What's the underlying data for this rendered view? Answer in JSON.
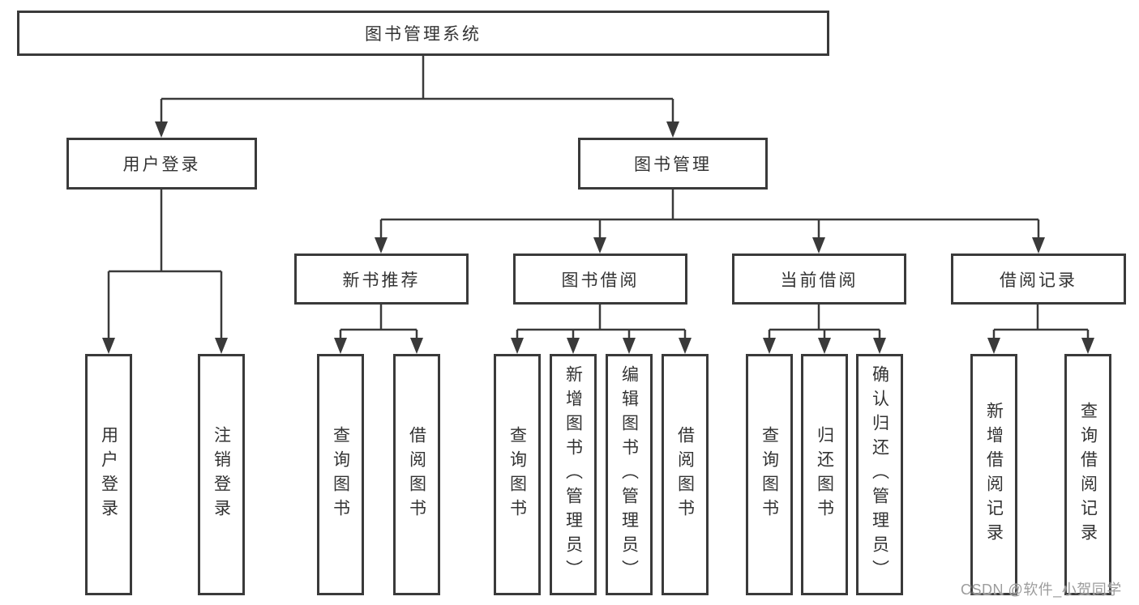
{
  "diagram": {
    "root": {
      "label": "图书管理系统"
    },
    "level2": [
      {
        "label": "用户登录"
      },
      {
        "label": "图书管理"
      }
    ],
    "level3": [
      {
        "label": "新书推荐"
      },
      {
        "label": "图书借阅"
      },
      {
        "label": "当前借阅"
      },
      {
        "label": "借阅记录"
      }
    ],
    "leaves": {
      "user_login": [
        {
          "label": "用户登录"
        },
        {
          "label": "注销登录"
        }
      ],
      "new_books": [
        {
          "label": "查询图书"
        },
        {
          "label": "借阅图书"
        }
      ],
      "book_borrow": [
        {
          "label": "查询图书"
        },
        {
          "label": "新增图书（管理员）"
        },
        {
          "label": "编辑图书（管理员）"
        },
        {
          "label": "借阅图书"
        }
      ],
      "current_borrow": [
        {
          "label": "查询图书"
        },
        {
          "label": "归还图书"
        },
        {
          "label": "确认归还（管理员）"
        }
      ],
      "borrow_records": [
        {
          "label": "新增借阅记录"
        },
        {
          "label": "查询借阅记录"
        }
      ]
    }
  },
  "watermark": {
    "text": "CSDN @软件_小贺同学"
  },
  "colors": {
    "line": "#3a3a3a",
    "text": "#333333",
    "watermark": "#9c9c9c",
    "background": "#ffffff"
  }
}
